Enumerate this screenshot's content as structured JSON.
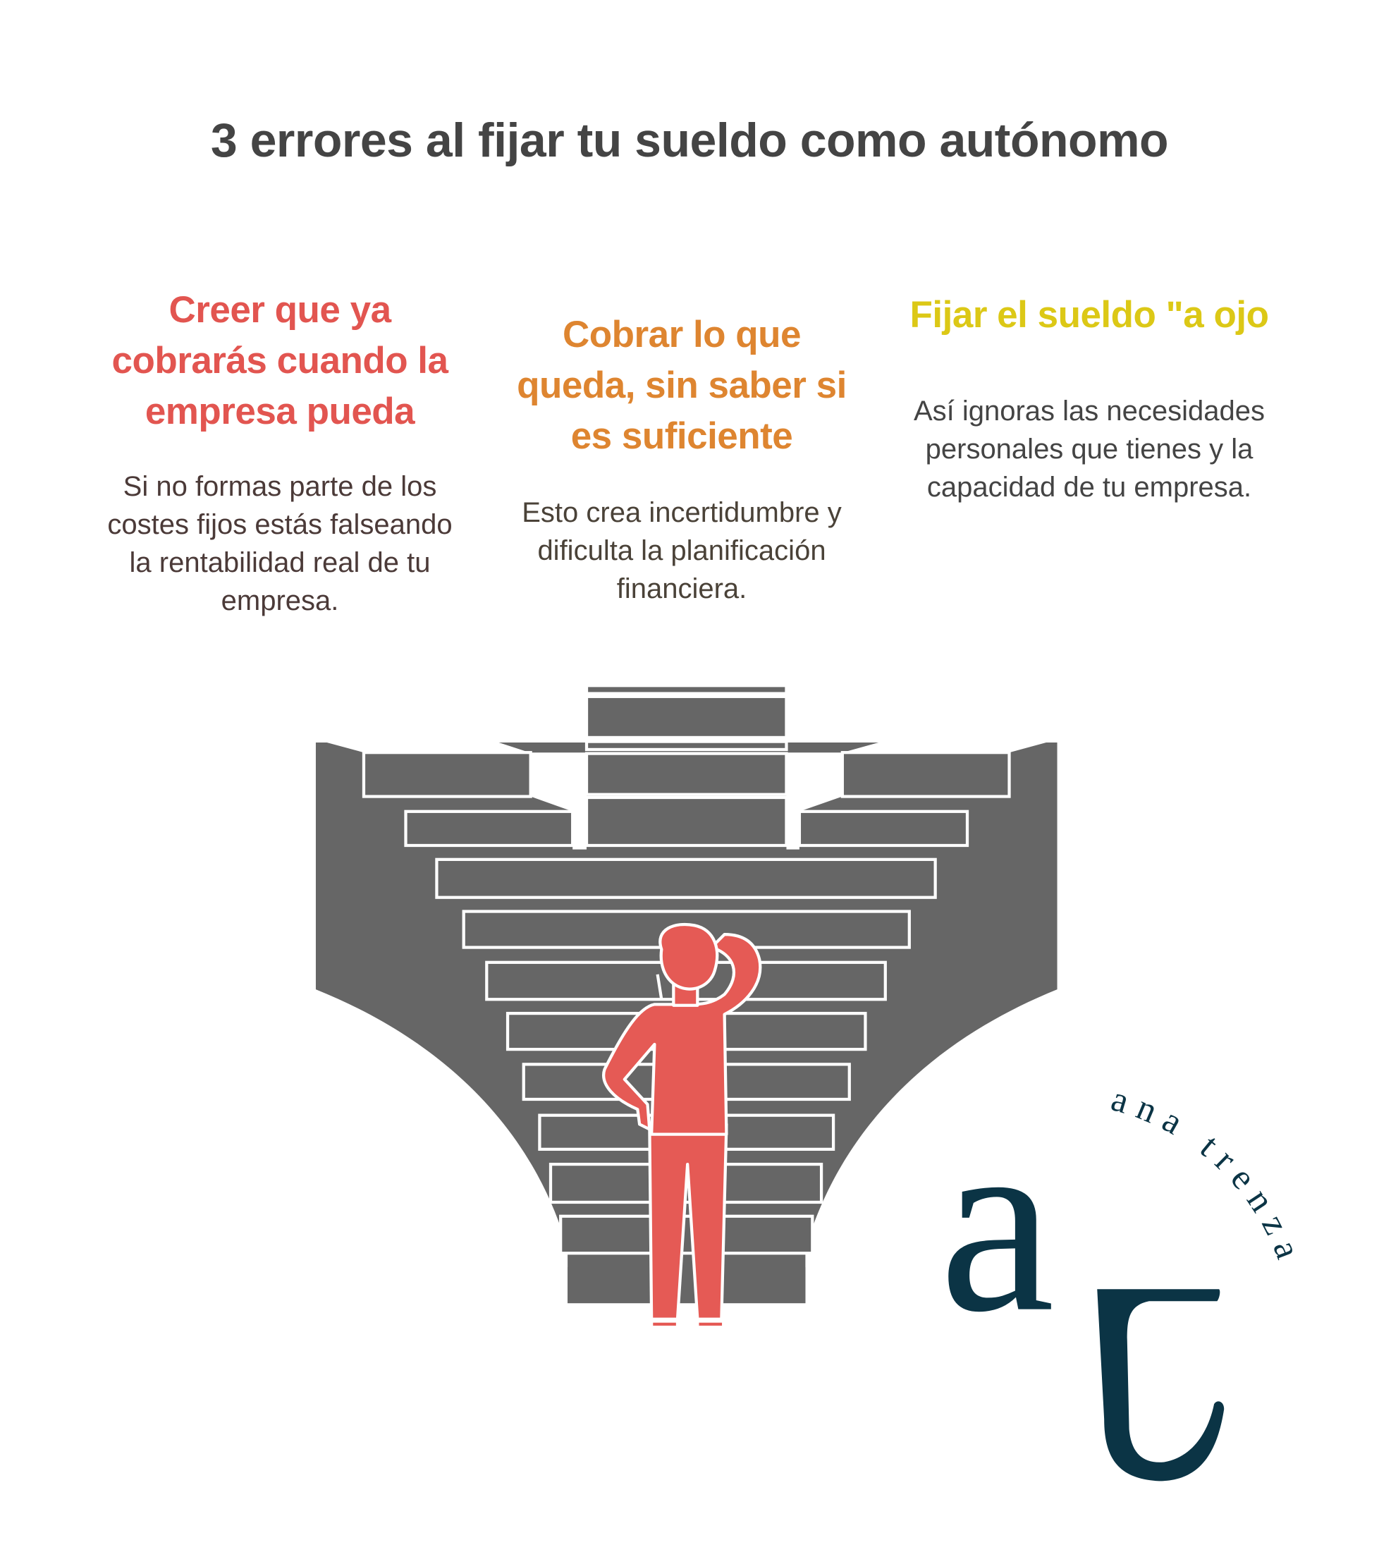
{
  "title": "3 errores al fijar tu sueldo como autónomo",
  "columns": [
    {
      "heading": "Creer que ya cobrarás cuando la empresa pueda",
      "body": "Si no formas parte de los costes fijos estás falseando la rentabilidad real de tu empresa.",
      "color": "#e25550"
    },
    {
      "heading": "Cobrar lo que queda, sin saber si es suficiente",
      "body": "Esto crea incertidumbre y dificulta la planificación financiera.",
      "color": "#de8530"
    },
    {
      "heading": "Fijar el sueldo \"a ojo",
      "body": "Así ignoras las necesidades personales que tienes y la capacidad de tu empresa.",
      "color": "#dcc816"
    }
  ],
  "logo": {
    "monogram": "at",
    "name": "ana trenza",
    "color": "#0b3445"
  },
  "illustration": {
    "stairs_color": "#666666",
    "person_color": "#e55a55"
  }
}
